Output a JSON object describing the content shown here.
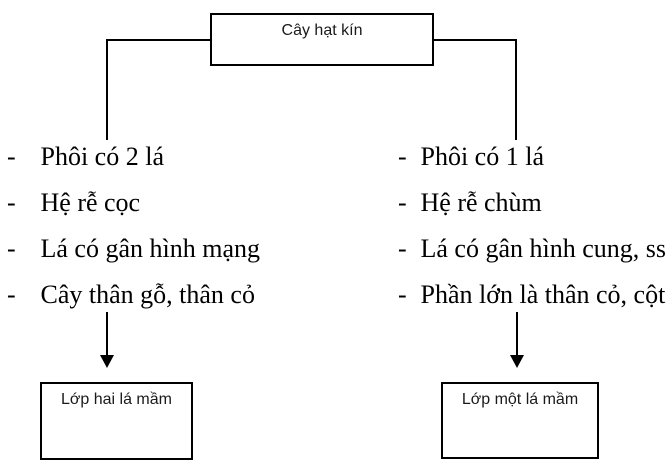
{
  "diagram": {
    "title_note": "Sơ đồ phân loại cây hạt kín",
    "bullet": "-",
    "root_box": {
      "label": "Cây hạt kín"
    },
    "left_branch": {
      "items": [
        "Phôi có 2 lá",
        "Hệ rễ cọc",
        "Lá có gân hình mạng",
        "Cây thân gỗ, thân cỏ"
      ],
      "result_box": {
        "label": "Lớp hai lá mầm"
      }
    },
    "right_branch": {
      "items": [
        "Phôi có 1 lá",
        "Hệ rễ chùm",
        "Lá có gân hình cung, ss",
        "Phần lớn là thân cỏ, cột"
      ],
      "result_box": {
        "label": "Lớp một lá mầm"
      }
    },
    "colors": {
      "line": "#000000",
      "background": "#ffffff",
      "text": "#000000"
    }
  }
}
